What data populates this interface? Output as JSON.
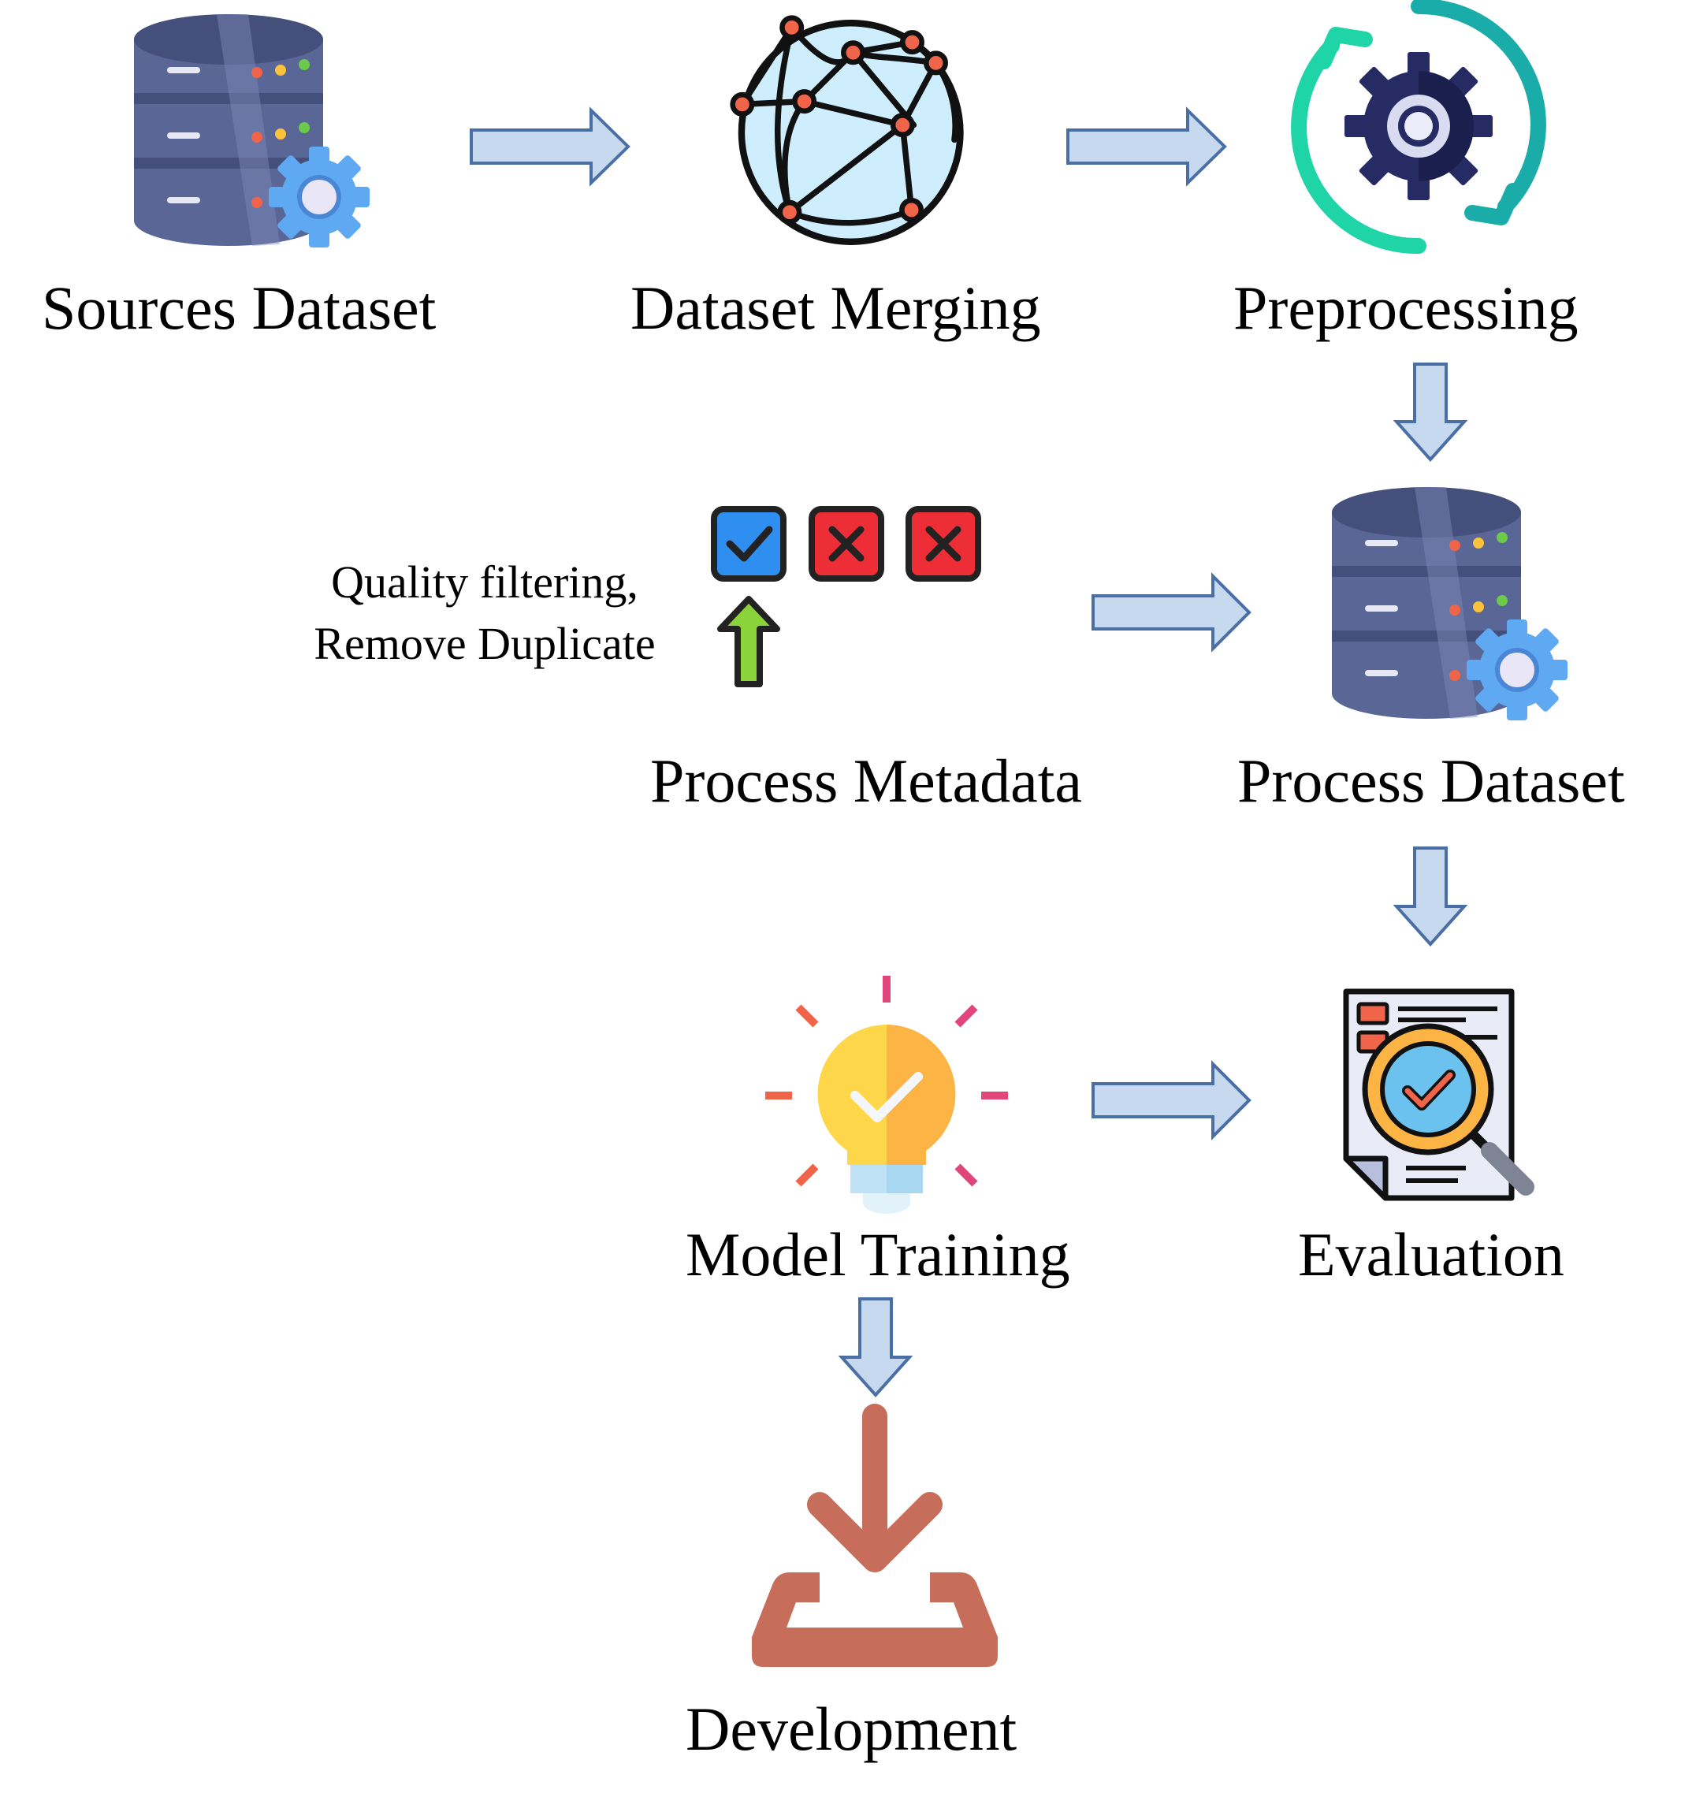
{
  "nodes": {
    "sources_dataset": {
      "label": "Sources Dataset",
      "icon": "database-gear-icon"
    },
    "dataset_merging": {
      "label": "Dataset Merging",
      "icon": "network-globe-icon"
    },
    "preprocessing": {
      "label": "Preprocessing",
      "icon": "gear-refresh-icon"
    },
    "process_metadata": {
      "label": "Process Metadata",
      "icon": "checkbox-filter-icon"
    },
    "process_dataset": {
      "label": "Process Dataset",
      "icon": "database-gear-icon"
    },
    "model_training": {
      "label": "Model Training",
      "icon": "lightbulb-check-icon"
    },
    "evaluation": {
      "label": "Evaluation",
      "icon": "document-magnifier-icon"
    },
    "development": {
      "label": "Development",
      "icon": "download-tray-icon"
    }
  },
  "notes": {
    "quality_line1": "Quality filtering,",
    "quality_line2": "Remove Duplicate"
  },
  "edges": [
    {
      "from": "sources_dataset",
      "to": "dataset_merging"
    },
    {
      "from": "dataset_merging",
      "to": "preprocessing"
    },
    {
      "from": "preprocessing",
      "to": "process_dataset"
    },
    {
      "from": "process_metadata",
      "to": "process_dataset"
    },
    {
      "from": "process_dataset",
      "to": "evaluation"
    },
    {
      "from": "model_training",
      "to": "evaluation"
    },
    {
      "from": "model_training",
      "to": "development"
    }
  ],
  "colors": {
    "arrow_fill": "#c6d9ef",
    "arrow_stroke": "#4a6fa5",
    "db_body": "#5a6796",
    "db_band": "#454f7c",
    "gear_blue": "#5fa8f2",
    "globe_fill": "#cfeefd",
    "node_red": "#f0644a",
    "teal": "#1fd4a6",
    "dark_gear": "#262b63",
    "check_blue": "#2f8ff0",
    "x_red": "#ee2e36",
    "green_arrow": "#8bd33a",
    "bulb_yellow": "#fdd64a",
    "bulb_orange": "#fcb445",
    "download_brown": "#c66e5a"
  }
}
